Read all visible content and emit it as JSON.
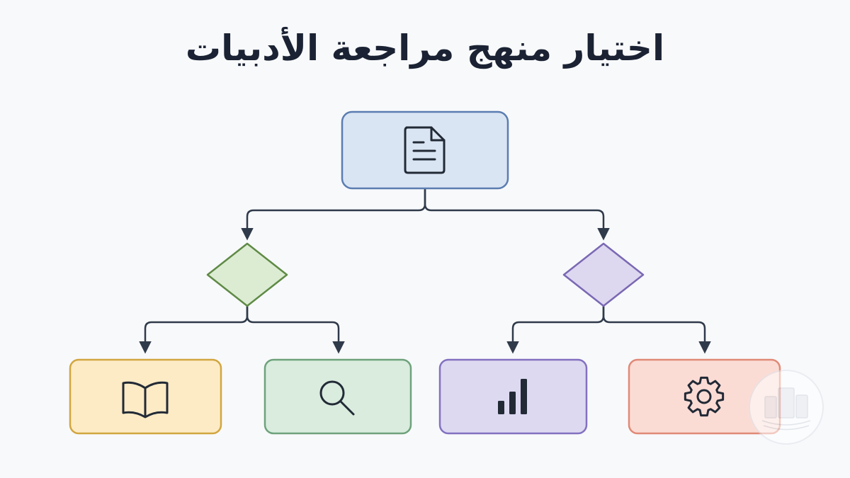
{
  "title": "اختيار منهج مراجعة الأدبيات",
  "nodes": {
    "root": {
      "icon": "document-icon",
      "fill": "#dae5f3",
      "stroke": "#5b7db1"
    },
    "decision_left": {
      "icon": "diamond",
      "fill": "#dcecd3",
      "stroke": "#5f8a45"
    },
    "decision_right": {
      "icon": "diamond",
      "fill": "#ddd7f0",
      "stroke": "#7a68b3"
    },
    "leaf_book": {
      "icon": "book-icon",
      "fill": "#fcebc5",
      "stroke": "#d2a640"
    },
    "leaf_search": {
      "icon": "search-icon",
      "fill": "#d9ecde",
      "stroke": "#6ea27b"
    },
    "leaf_chart": {
      "icon": "bar-chart-icon",
      "fill": "#ddd9f1",
      "stroke": "#8371c0"
    },
    "leaf_gear": {
      "icon": "gear-icon",
      "fill": "#fbdcd5",
      "stroke": "#e08a77"
    }
  },
  "connector_color": "#2f3a4a",
  "watermark": {
    "icon": "watermark-logo-icon"
  }
}
